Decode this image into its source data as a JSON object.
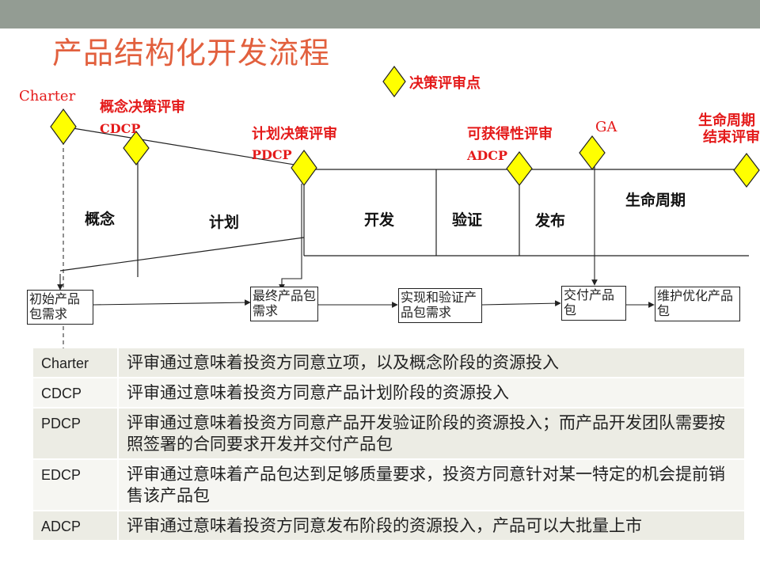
{
  "slide": {
    "title": "产品结构化开发流程",
    "legend_label": "决策评审点"
  },
  "milestones": {
    "charter": "Charter",
    "cdcp_name": "概念决策评审",
    "cdcp_code": "CDCP",
    "pdcp_name": "计划决策评审",
    "pdcp_code": "PDCP",
    "adcp_name": "可获得性评审",
    "adcp_code": "ADCP",
    "ga": "GA",
    "eol_line1": "生命周期",
    "eol_line2": "结束评审"
  },
  "phases": {
    "concept": "概念",
    "plan": "计划",
    "develop": "开发",
    "verify": "验证",
    "launch": "发布",
    "lifecycle": "生命周期"
  },
  "deliverables": {
    "initial": "初始产品包需求",
    "final": "最终产品包需求",
    "implement": "实现和验证产品包需求",
    "deliver": "交付产品包",
    "maintain": "维护优化产品包"
  },
  "glossary": [
    {
      "term": "Charter",
      "definition": "评审通过意味着投资方同意立项，以及概念阶段的资源投入"
    },
    {
      "term": "CDCP",
      "definition": "评审通过意味着投资方同意产品计划阶段的资源投入"
    },
    {
      "term": "PDCP",
      "definition": "评审通过意味着投资方同意产品开发验证阶段的资源投入；而产品开发团队需要按照签署的合同要求开发并交付产品包"
    },
    {
      "term": "EDCP",
      "definition": "评审通过意味着产品包达到足够质量要求，投资方同意针对某一特定的机会提前销售该产品包"
    },
    {
      "term": "ADCP",
      "definition": "评审通过意味着投资方同意发布阶段的资源投入，产品可以大批量上市"
    }
  ],
  "colors": {
    "topbar": "#939c93",
    "title": "#e2603e",
    "milestone_label": "#e41a1a",
    "diamond_fill": "#ffff00",
    "row_alt": "#ecece4",
    "row_plain": "#f6f6f2"
  }
}
